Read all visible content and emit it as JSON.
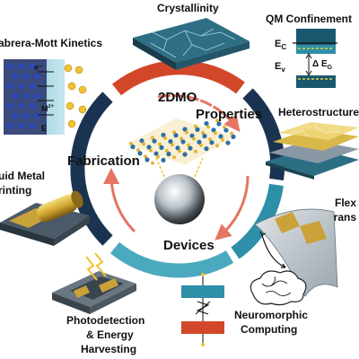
{
  "center": {
    "title": "2DMO",
    "ring_labels": {
      "properties": "Properties",
      "fabrication": "Fabrication",
      "devices": "Devices"
    }
  },
  "panels": {
    "crystallinity": "Crystallinity",
    "qm_confinement": {
      "title": "QM Confinement",
      "ec": "E",
      "ec_sub": "C",
      "ev": "E",
      "ev_sub": "v",
      "gap": "Δ E",
      "gap_sub": "G"
    },
    "cabrera_mott": {
      "title": "abrera-Mott Kinetics",
      "electron": "e⁻",
      "ion": "M",
      "ion_sup": "z+",
      "field": "E"
    },
    "heterostructures": "Heterostructure",
    "liquid_metal": [
      "uid Metal",
      "rinting"
    ],
    "flexible": [
      "Flex",
      "Trans"
    ],
    "photodetection": [
      "Photodetection",
      "& Energy",
      "Harvesting"
    ],
    "neuromorphic": [
      "Neuromorphic",
      "Computing"
    ]
  },
  "colors": {
    "ring_navy": "#1a3350",
    "ring_teal": "#2e8fa8",
    "ring_red": "#d2472a",
    "ring_light_teal": "#4aa9be",
    "arrow_red": "#e05e45"
  }
}
